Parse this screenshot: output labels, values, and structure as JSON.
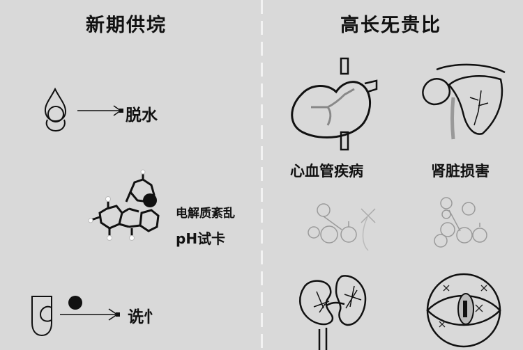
{
  "left_panel": {
    "title": "新期供垸",
    "items": [
      {
        "icon": "water-drop-icon",
        "arrow": "arrow-right-icon",
        "label": "脱水"
      },
      {
        "icon": "molecule-structure-icon",
        "label_line1": "电解质紊乱",
        "label_line2": "pH试卡"
      },
      {
        "icon": "test-tube-icon",
        "arrow": "arrow-right-icon",
        "label": "诜忄"
      }
    ]
  },
  "right_panel": {
    "title": "高长旡贵比",
    "items": [
      {
        "icon": "heart-organ-icon",
        "label": "心血管疾病"
      },
      {
        "icon": "kidney-heart-organ-icon",
        "label": "肾脏损害"
      },
      {
        "icon": "faded-molecule-icon-1",
        "label": ""
      },
      {
        "icon": "faded-molecule-icon-2",
        "label": ""
      },
      {
        "icon": "kidneys-icon",
        "label": ""
      },
      {
        "icon": "eye-damage-icon",
        "label": ""
      }
    ]
  },
  "colors": {
    "background": "#d9d9d9",
    "ink": "#111111",
    "divider": "#f2f2f2",
    "faded_ink": "#9a9a9a"
  }
}
